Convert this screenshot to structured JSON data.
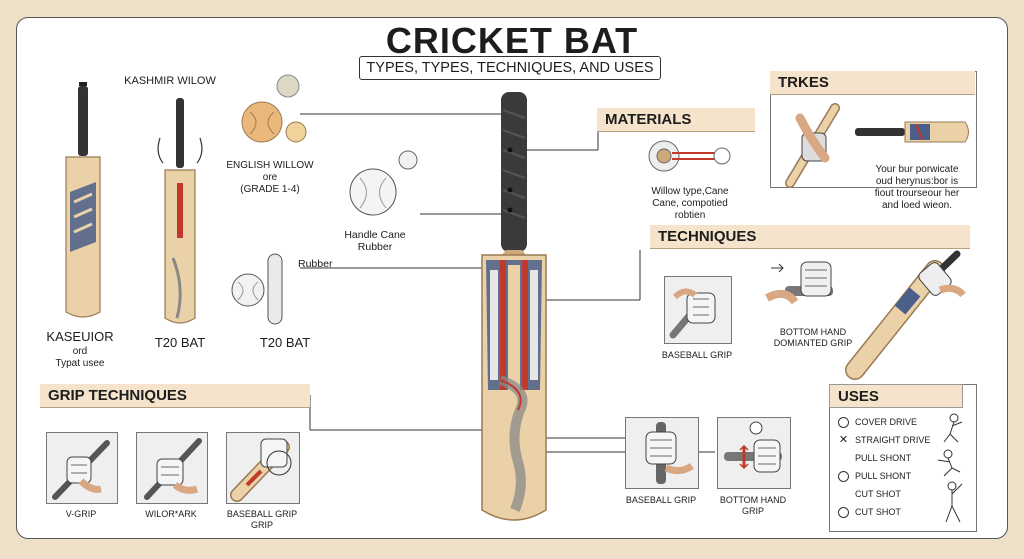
{
  "header": {
    "title": "CRICKET BAT",
    "subtitle": "TYPES, TYPES, TECHNIQUES, AND USES"
  },
  "types": {
    "kashmir_label": "KASHMIR WILOW",
    "bat1_label_line1": "KASEUIOR",
    "bat1_label_line2": "ord",
    "bat1_label_line3": "Typat usee",
    "bat2_label": "T20 BAT",
    "bat3_label": "T20 BAT",
    "english_willow_line1": "ENGLISH WILLOW",
    "english_willow_line2": "ore",
    "english_willow_line3": "(GRADE 1-4)",
    "handle_cane_line1": "Handle Cane",
    "handle_cane_line2": "Rubber",
    "rubber_label": "Rubber"
  },
  "materials": {
    "heading": "MATERIALS",
    "desc_line1": "Willow type,Cane",
    "desc_line2": "Cane, compotied",
    "desc_line3": "robtien"
  },
  "trikes": {
    "heading": "TRKES",
    "desc_line1": "Your bur porwicate",
    "desc_line2": "oud herynus:bor is",
    "desc_line3": "fiout trourseour her",
    "desc_line4": "and loed wieon."
  },
  "techniques": {
    "heading": "TECHNIQUES",
    "grip1_label": "BASEBALL GRIP",
    "grip2_line1": "BOTTOM HAND",
    "grip2_line2": "DOMIANTED GRIP"
  },
  "grip_techniques": {
    "heading": "GRIP TECHNIQUES",
    "items": [
      {
        "label_line1": "V-GRIP",
        "label_line2": ""
      },
      {
        "label_line1": "WILOR*ARK",
        "label_line2": ""
      },
      {
        "label_line1": "BASEBALL GRIP",
        "label_line2": "GRIP"
      }
    ]
  },
  "lower_grips": {
    "baseball": "BASEBALL GRIP",
    "bottom_line1": "BOTTOM HAND",
    "bottom_line2": "GRIP"
  },
  "uses": {
    "heading": "USES",
    "items": [
      "COVER DRIVE",
      "STRAIGHT DRIVE",
      "PULL SHONT",
      "PULL SHONT",
      "CUT SHOT",
      "CUT SHOT"
    ],
    "icons": [
      "circle-icon",
      "cross-icon",
      "none",
      "circle-icon",
      "none",
      "circle-icon"
    ]
  },
  "colors": {
    "background": "#eedfc9",
    "wood": "#ead1a8",
    "wood_dark": "#cfa87a",
    "grip": "#3a3a3a",
    "accent_red": "#c0392b",
    "accent_blue": "#4a5f8a",
    "banner": "#f5e4cb"
  }
}
